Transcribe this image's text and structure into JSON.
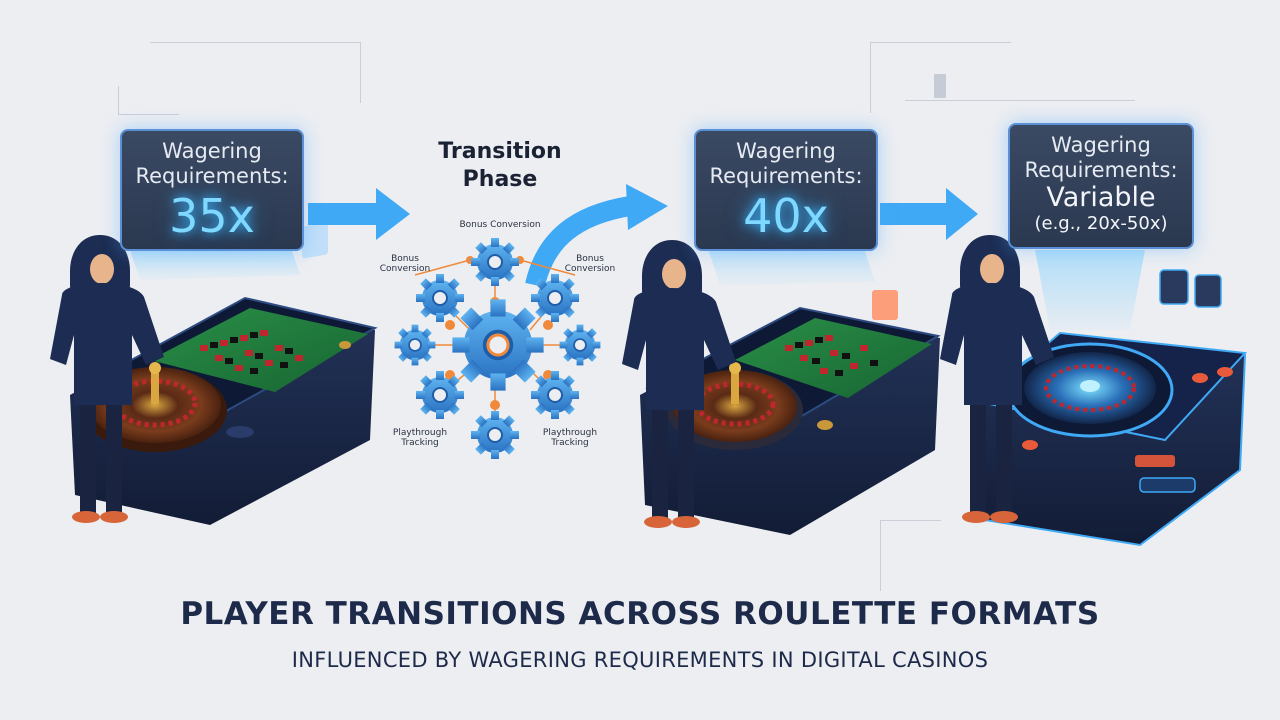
{
  "panels": [
    {
      "line1": "Wagering",
      "line2": "Requirements:",
      "value": "35x"
    },
    {
      "line1": "Wagering",
      "line2": "Requirements:",
      "value": "40x"
    },
    {
      "line1": "Wagering",
      "line2": "Requirements:",
      "value": "Variable",
      "note": "(e.g., 20x-50x)"
    }
  ],
  "transition": {
    "title_line1": "Transition",
    "title_line2": "Phase",
    "labels": {
      "top": "Bonus Conversion",
      "left": "Bonus Conversion",
      "right": "Bonus Conversion",
      "bottom_left": "Playthrough Tracking",
      "bottom_right": "Playthrough Tracking"
    }
  },
  "headline": "PLAYER TRANSITIONS ACROSS ROULETTE FORMATS",
  "subheadline": "INFLUENCED BY WAGERING REQUIREMENTS IN DIGITAL CASINOS",
  "colors": {
    "background": "#eceef2",
    "panel": "#2f3d56",
    "accent": "#3fa9f5",
    "felt": "#1f7a3a",
    "title": "#1d2a4a"
  }
}
